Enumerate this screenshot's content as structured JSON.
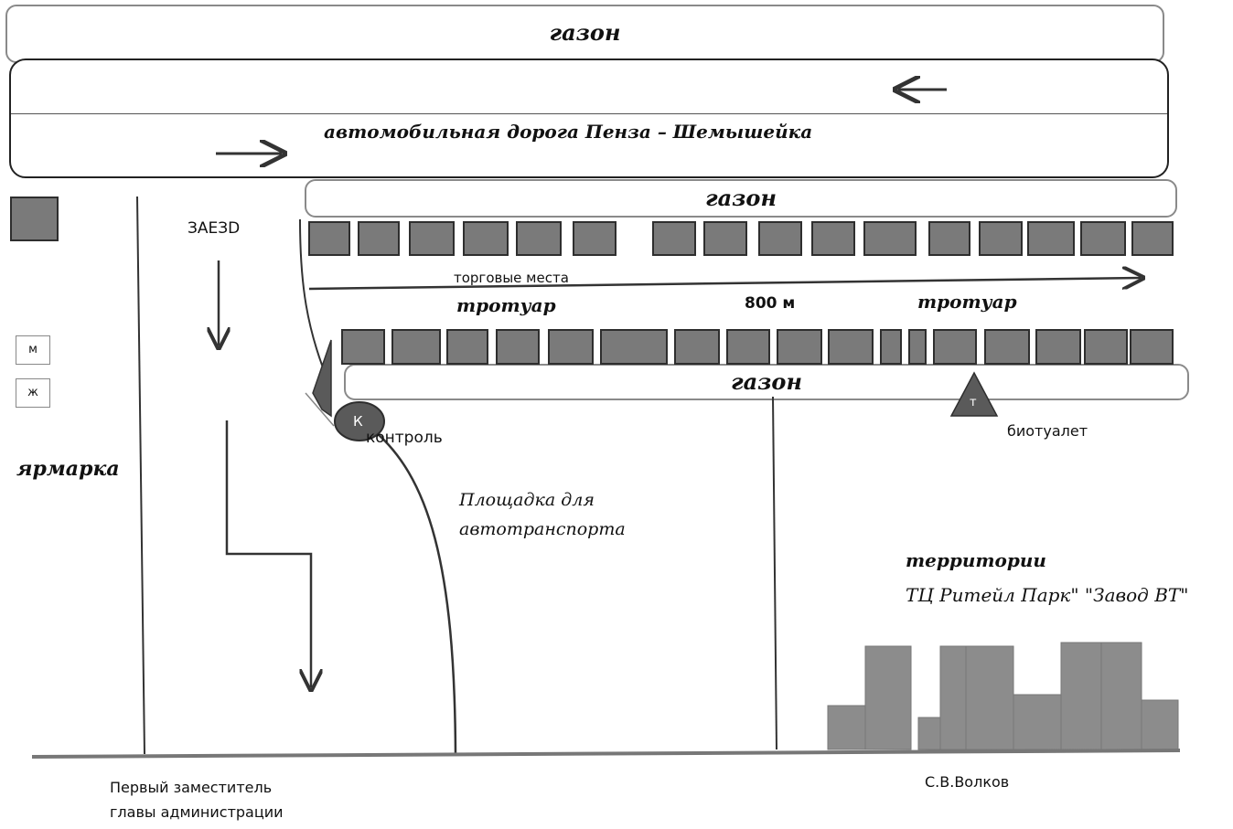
{
  "labels": {
    "lawn_top": "газон",
    "road": "автомобильная дорога  Пенза   –  Шемышейка",
    "lawn_mid": "газон",
    "lawn_bottom": "газон",
    "entrance": "ЗАЕЗD",
    "trade_places": "торговые места",
    "sidewalk_left": "тротуар",
    "sidewalk_right": "тротуар",
    "distance": "800 м",
    "toilet_m": "м",
    "toilet_w": "ж",
    "fair": "ярмарка",
    "control_marker": "К",
    "control": "контроль",
    "biotoilet_marker": "т",
    "biotoilet": "биотуалет",
    "parking_line1": "Площадка для",
    "parking_line2": "автотранспорта",
    "territory": "территории",
    "territory_names": "ТЦ Ритейл Парк\"   \"Завод ВТ\"",
    "official_line1": "Первый заместитель",
    "official_line2": "главы администрации",
    "official_name": "С.В.Волков"
  },
  "colors": {
    "stall_fill": "#7a7a7a",
    "stall_border": "#2e2e2e",
    "building_fill": "#8c8c8c",
    "marker_fill": "#5a5a5a",
    "line": "#333333"
  },
  "icons": {
    "stall": "stall-square",
    "control": "control-circle",
    "biotoilet": "biotoilet-triangle",
    "arrow": "direction-arrow"
  }
}
